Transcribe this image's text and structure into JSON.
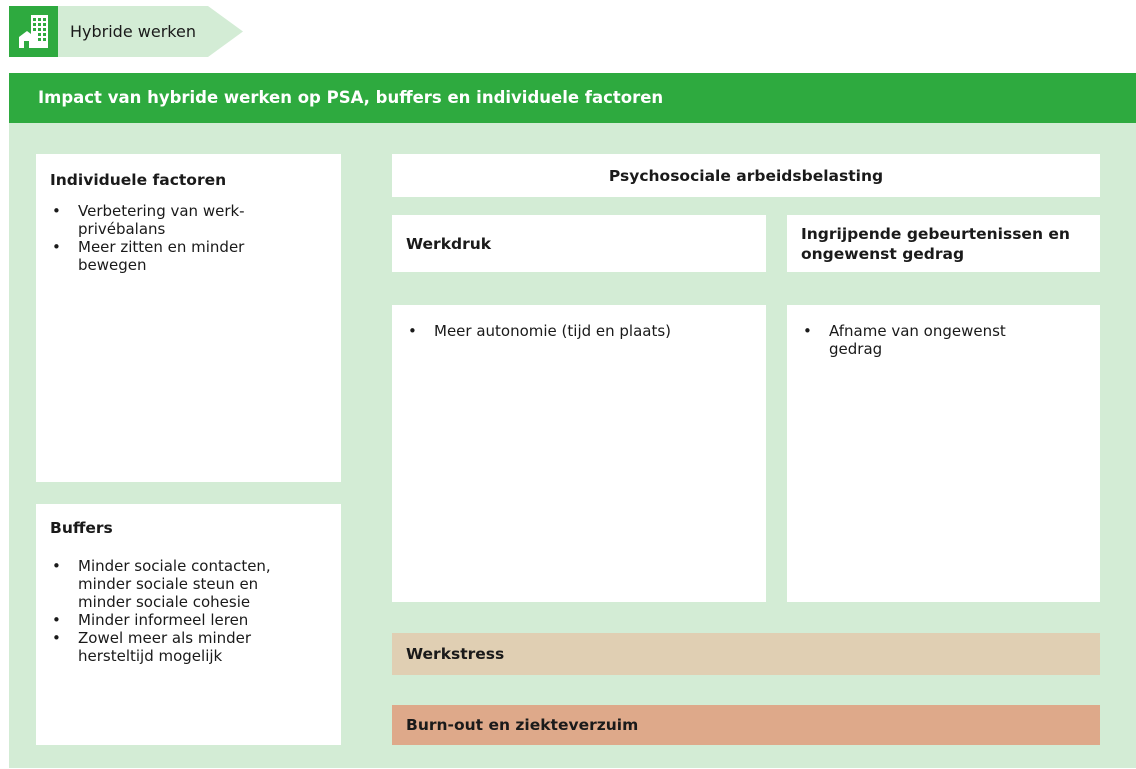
{
  "tag": {
    "icon": "office-building-icon",
    "label": "Hybride werken"
  },
  "banner": {
    "title": "Impact van hybride werken op PSA, buffers en individuele factoren"
  },
  "individual_factors": {
    "title": "Individuele factoren",
    "items": [
      "Verbetering van werk-privébalans",
      "Meer zitten en minder bewegen"
    ]
  },
  "buffers": {
    "title": "Buffers",
    "items": [
      "Minder sociale contacten, minder sociale steun en minder sociale cohesie",
      "Minder informeel leren",
      "Zowel meer als minder hersteltijd mogelijk"
    ]
  },
  "psa": {
    "title": "Psychosociale arbeidsbelasting"
  },
  "workload": {
    "title": "Werkdruk",
    "items": [
      "Meer autonomie (tijd en plaats)"
    ]
  },
  "incidents": {
    "title": "Ingrijpende gebeurtenissen en ongewenst gedrag",
    "items": [
      "Afname van ongewenst gedrag"
    ]
  },
  "work_stress": {
    "label": "Werkstress"
  },
  "burnout": {
    "label": "Burn-out en ziekteverzuim"
  },
  "colors": {
    "green": "#2eaa3f",
    "light_green": "#d3ecd5",
    "werkstress": "#e0cfb3",
    "burnout": "#dea98a"
  }
}
